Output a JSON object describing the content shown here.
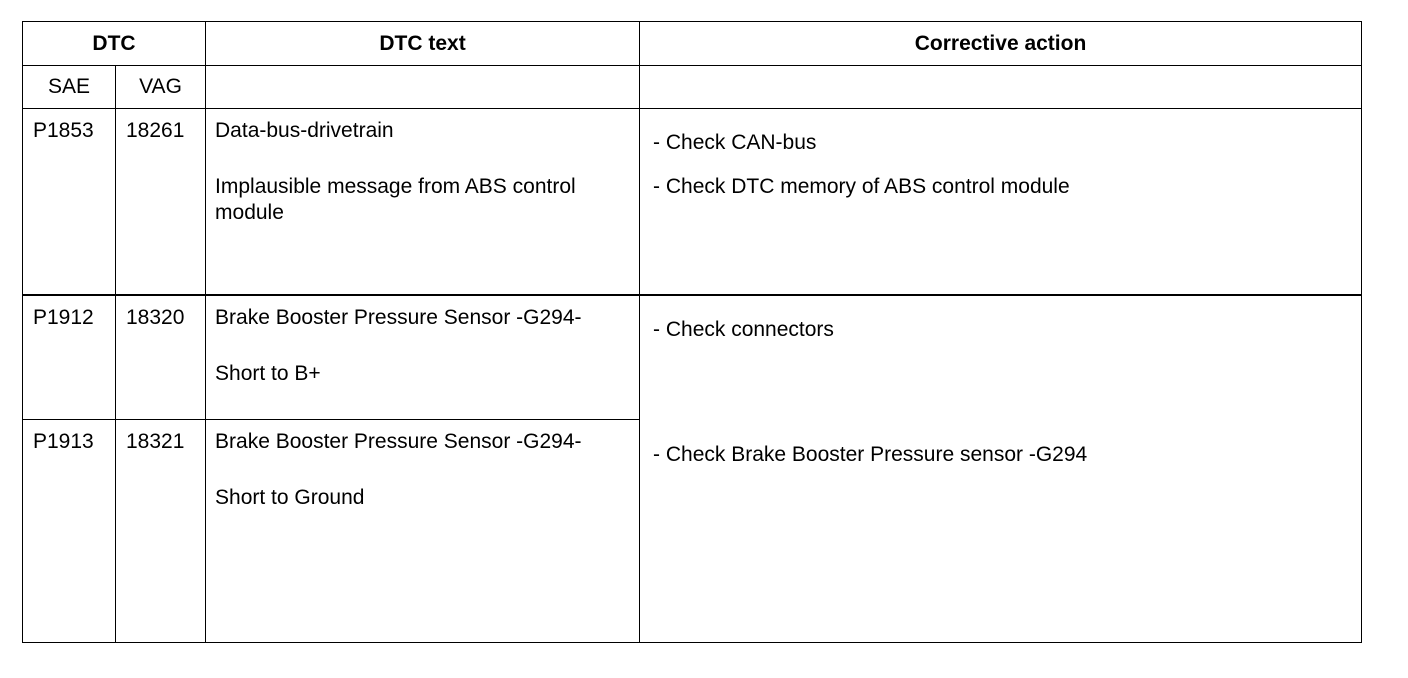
{
  "table": {
    "header": {
      "dtc": "DTC",
      "dtc_text": "DTC text",
      "corrective_action": "Corrective action"
    },
    "subheader": {
      "sae": "SAE",
      "vag": "VAG"
    },
    "rows": [
      {
        "sae": "P1853",
        "vag": "18261",
        "text_lines": [
          "Data-bus-drivetrain",
          "Implausible message from ABS control module"
        ],
        "actions": [
          "- Check CAN-bus",
          "- Check DTC memory of ABS control module"
        ]
      },
      {
        "sae": "P1912",
        "vag": "18320",
        "text_lines": [
          "Brake Booster Pressure Sensor -G294-",
          "Short to B+"
        ],
        "actions": [
          "- Check connectors",
          "- Check Brake Booster Pressure sensor -G294"
        ]
      },
      {
        "sae": "P1913",
        "vag": "18321",
        "text_lines": [
          "Brake Booster Pressure Sensor -G294-",
          "Short to Ground"
        ]
      }
    ]
  }
}
